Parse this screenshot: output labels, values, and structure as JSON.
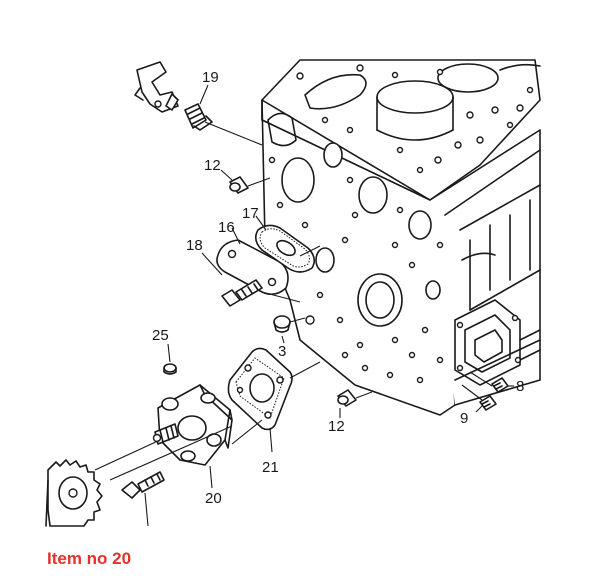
{
  "callouts": {
    "c19": "19",
    "c12a": "12",
    "c17": "17",
    "c16": "16",
    "c18": "18",
    "c25": "25",
    "c3": "3",
    "c12b": "12",
    "c8": "8",
    "c9": "9",
    "c21": "21",
    "c20": "20"
  },
  "caption": "Item no 20",
  "colors": {
    "caption": "#e4322b",
    "line": "#1a1a1a",
    "background": "#ffffff"
  }
}
